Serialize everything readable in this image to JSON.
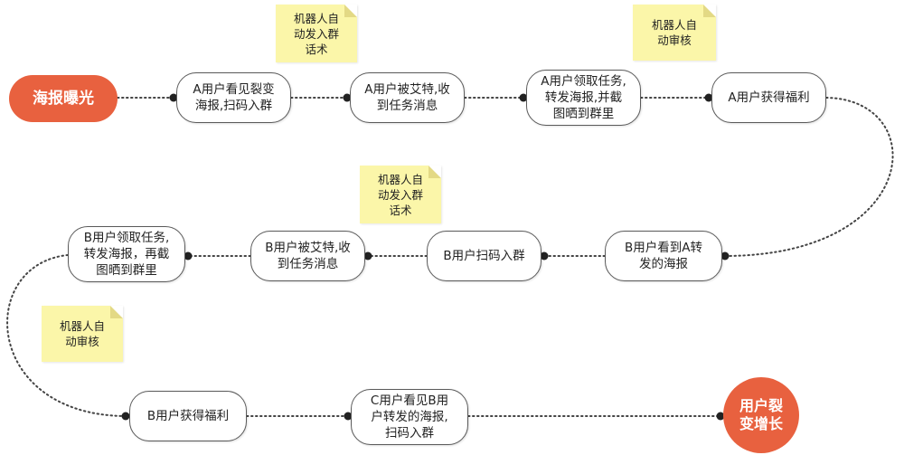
{
  "colors": {
    "accent": "#e8613f",
    "note": "#fbf6a9",
    "line": "#444444"
  },
  "start": "海报曝光",
  "end": "用户裂\n变增长",
  "notes": [
    "机器人自\n动发入群\n话术",
    "机器人自\n动审核",
    "机器人自\n动发入群\n话术",
    "机器人自\n动审核"
  ],
  "row1": [
    "A用户看见裂变\n海报,扫码入群",
    "A用户被艾特,收\n到任务消息",
    "A用户领取任务,\n转发海报,并截\n图晒到群里",
    "A用户获得福利"
  ],
  "row2": [
    "B用户看到A转\n发的海报",
    "B用户扫码入群",
    "B用户被艾特,收\n到任务消息",
    "B用户领取任务,\n转发海报，再截\n图晒到群里"
  ],
  "row3": [
    "B用户获得福利",
    "C用户看见B用\n户转发的海报,\n扫码入群"
  ]
}
